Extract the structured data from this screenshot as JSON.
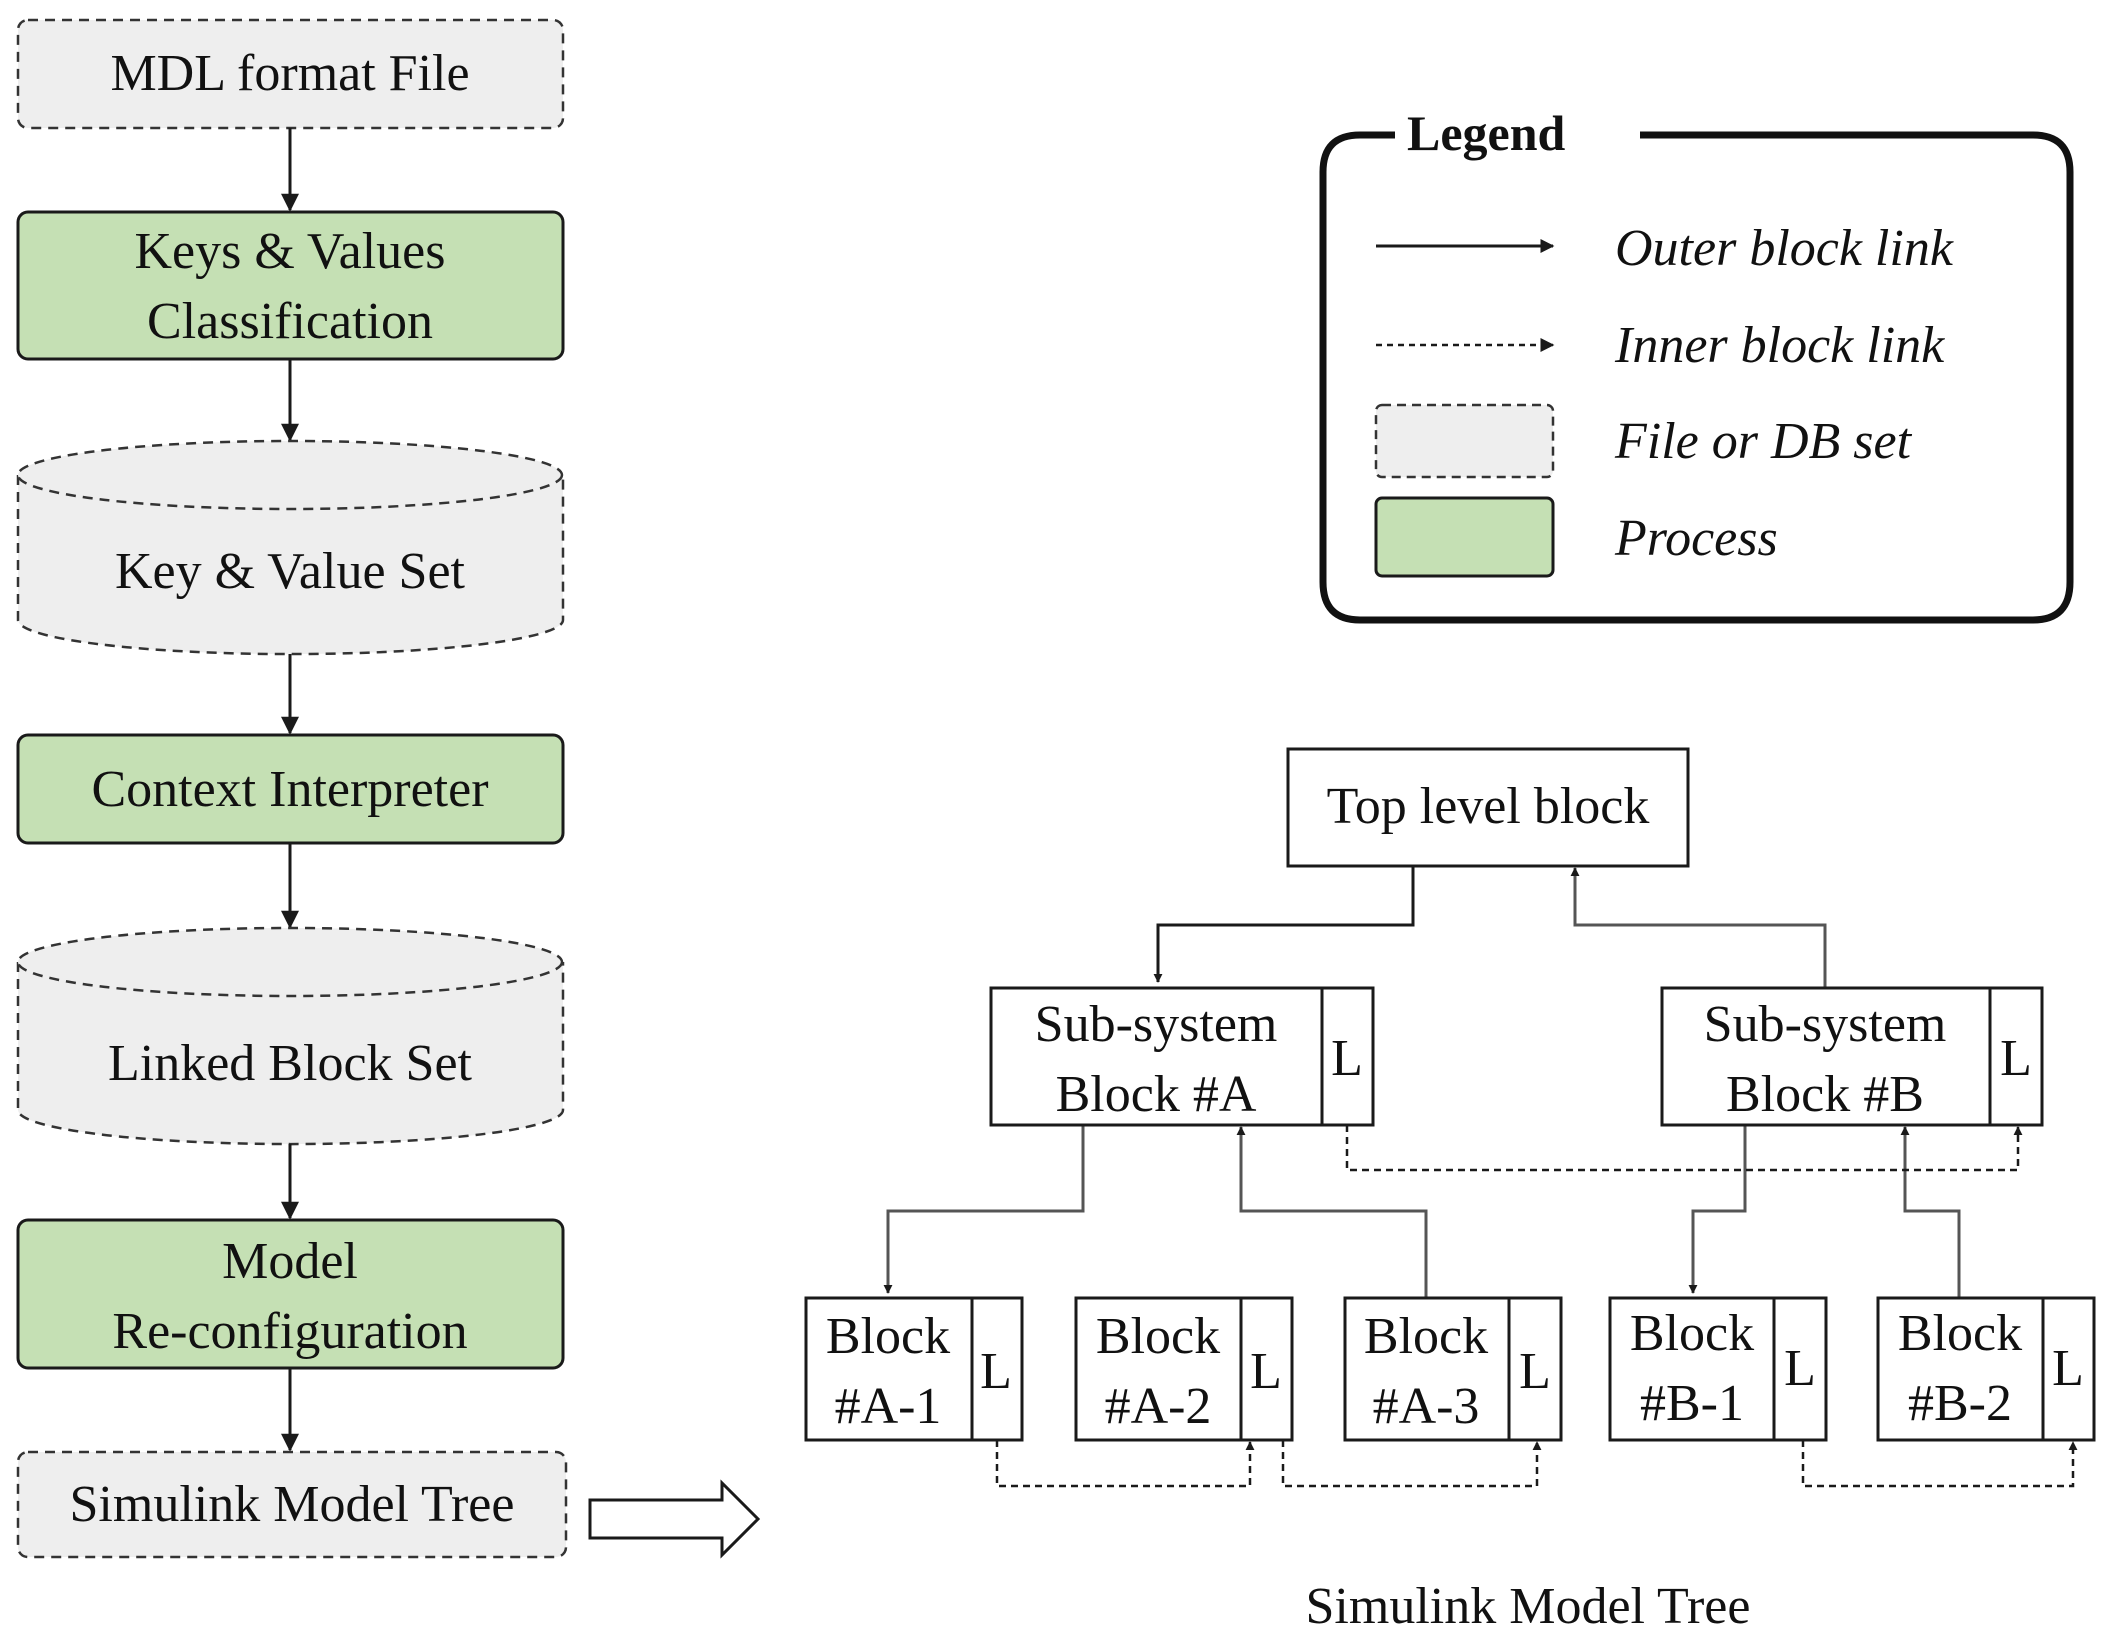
{
  "flow": {
    "mdl_file": "MDL format File",
    "kv_classification_line1": "Keys & Values",
    "kv_classification_line2": "Classification",
    "kv_set": "Key & Value Set",
    "context_interpreter": "Context Interpreter",
    "linked_block_set": "Linked Block Set",
    "model_reconfig_line1": "Model",
    "model_reconfig_line2": "Re-configuration",
    "simulink_tree": "Simulink Model Tree"
  },
  "legend": {
    "title": "Legend",
    "outer_link": "Outer block link",
    "inner_link": "Inner block link",
    "file_db": "File or DB set",
    "process": "Process"
  },
  "tree": {
    "top": "Top level block",
    "sub_a_line1": "Sub-system",
    "sub_a_line2": "Block #A",
    "sub_b_line1": "Sub-system",
    "sub_b_line2": "Block #B",
    "link_marker": "L",
    "block_word": "Block",
    "a1": "#A-1",
    "a2": "#A-2",
    "a3": "#A-3",
    "b1": "#B-1",
    "b2": "#B-2",
    "caption": "Simulink Model Tree"
  },
  "colors": {
    "process_fill": "#c5e0b4",
    "file_fill": "#eeeeee",
    "line": "#1a1a1a"
  }
}
